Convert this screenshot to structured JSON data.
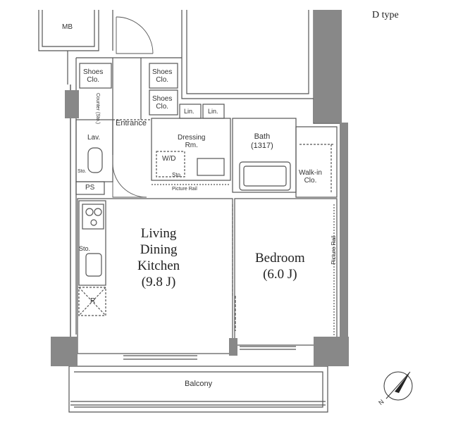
{
  "plan_type": "D type",
  "rooms": {
    "mb": "MB",
    "shoes_left": [
      "Shoes",
      "Clo."
    ],
    "shoes_right_top": [
      "Shoes",
      "Clo."
    ],
    "shoes_right_bottom": [
      "Shoes",
      "Clo."
    ],
    "counter": [
      "Counter",
      "(Sto.)"
    ],
    "entrance": "Entrance",
    "lav": "Lav.",
    "sto_lav": "Sto.",
    "ps": "PS",
    "lin1": "Lin.",
    "lin2": "Lin.",
    "dressing": [
      "Dressing",
      "Rm."
    ],
    "wd": "W/D",
    "sto_dressing": "Sto.",
    "picture_rail_top": "Picture Rail",
    "bath": [
      "Bath",
      "(1317)"
    ],
    "walkin": [
      "Walk-in",
      "Clo."
    ],
    "sto_kitchen": "Sto.",
    "fridge": "R",
    "living": [
      "Living",
      "Dining",
      "Kitchen",
      "(9.8 J)"
    ],
    "bedroom": [
      "Bedroom",
      "(6.0 J)"
    ],
    "picture_rail_right": "Picture Rail",
    "balcony": "Balcony"
  },
  "compass": {
    "label": "N"
  }
}
